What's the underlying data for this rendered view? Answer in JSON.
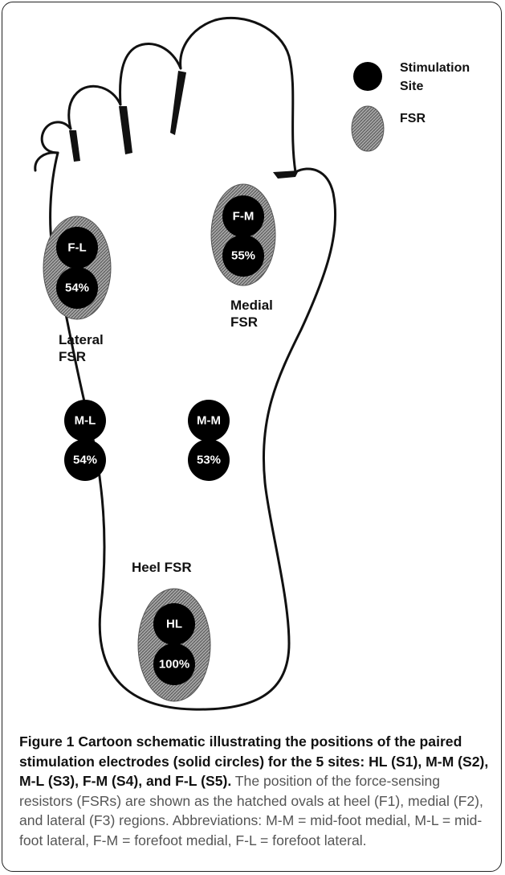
{
  "legend": {
    "stimulation_line1": "Stimulation",
    "stimulation_line2": "Site",
    "fsr": "FSR"
  },
  "regions": {
    "medial_line1": "Medial",
    "medial_line2": "FSR",
    "lateral_line1": "Lateral",
    "lateral_line2": "FSR",
    "heel": "Heel FSR"
  },
  "sites": {
    "fm": {
      "label": "F-M",
      "percent": "55%"
    },
    "fl": {
      "label": "F-L",
      "percent": "54%"
    },
    "ml": {
      "label": "M-L",
      "percent": "54%"
    },
    "mm": {
      "label": "M-M",
      "percent": "53%"
    },
    "hl": {
      "label": "HL",
      "percent": "100%"
    }
  },
  "caption": {
    "title": "Figure 1 Cartoon schematic illustrating the positions of the paired stimulation electrodes (solid circles) for the 5 sites: HL (S1), M-M (S2), M-L (S3), F-M (S4), and F-L (S5).",
    "body": " The position of the force-sensing resistors (FSRs) are shown as the hatched ovals at heel (F1), medial (F2), and lateral (F3) regions. Abbreviations: M-M = mid-foot medial, M-L = mid-foot lateral, F-M = forefoot medial, F-L = forefoot lateral."
  },
  "colors": {
    "electrode": "#000000",
    "fsr_fill": "#9a9a9a",
    "outline": "#111111"
  }
}
